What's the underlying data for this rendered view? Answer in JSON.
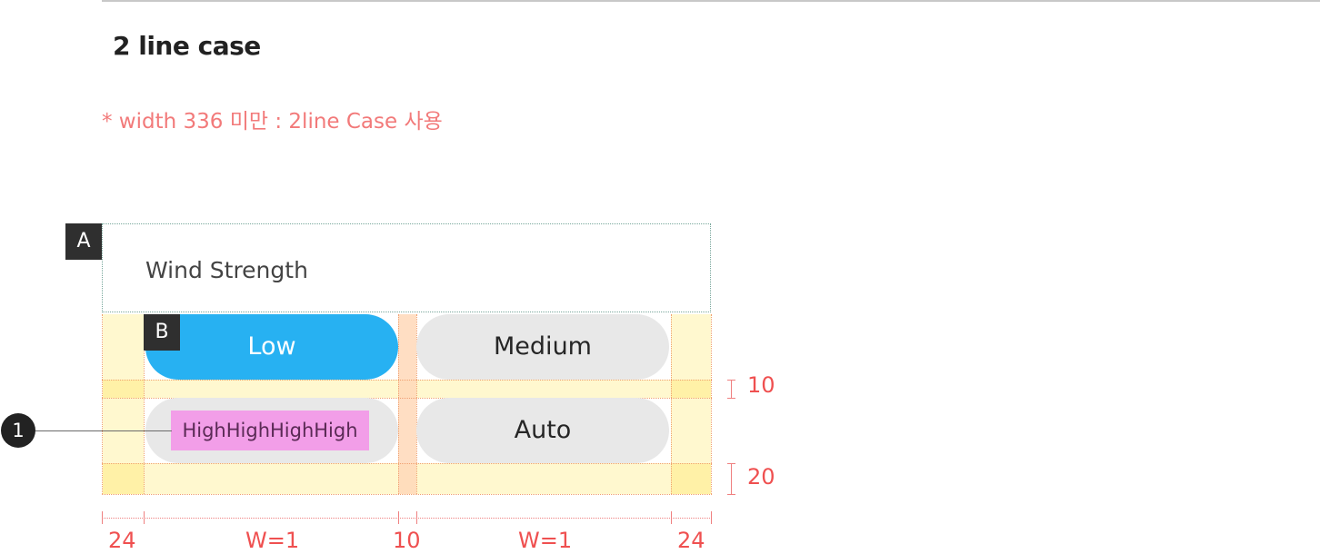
{
  "page": {
    "title": "2 line case",
    "note": "* width 336 미만 : 2line Case 사용"
  },
  "labels": {
    "a": "A",
    "b": "B"
  },
  "card": {
    "title": "Wind Strength"
  },
  "segments": {
    "low": "Low",
    "medium": "Medium",
    "high": "HighHighHighHigh",
    "auto": "Auto"
  },
  "callout": {
    "number": "1"
  },
  "dimensions": {
    "gap_vertical": "10",
    "bottom_padding": "20",
    "left_margin": "24",
    "col1_width": "W=1",
    "col_gap": "10",
    "col2_width": "W=1",
    "right_margin": "24"
  },
  "colors": {
    "selected": "#27b1f2",
    "unselected": "#e8e8e8",
    "annotation": "#ef5050",
    "highlight": "#f29ee8"
  }
}
